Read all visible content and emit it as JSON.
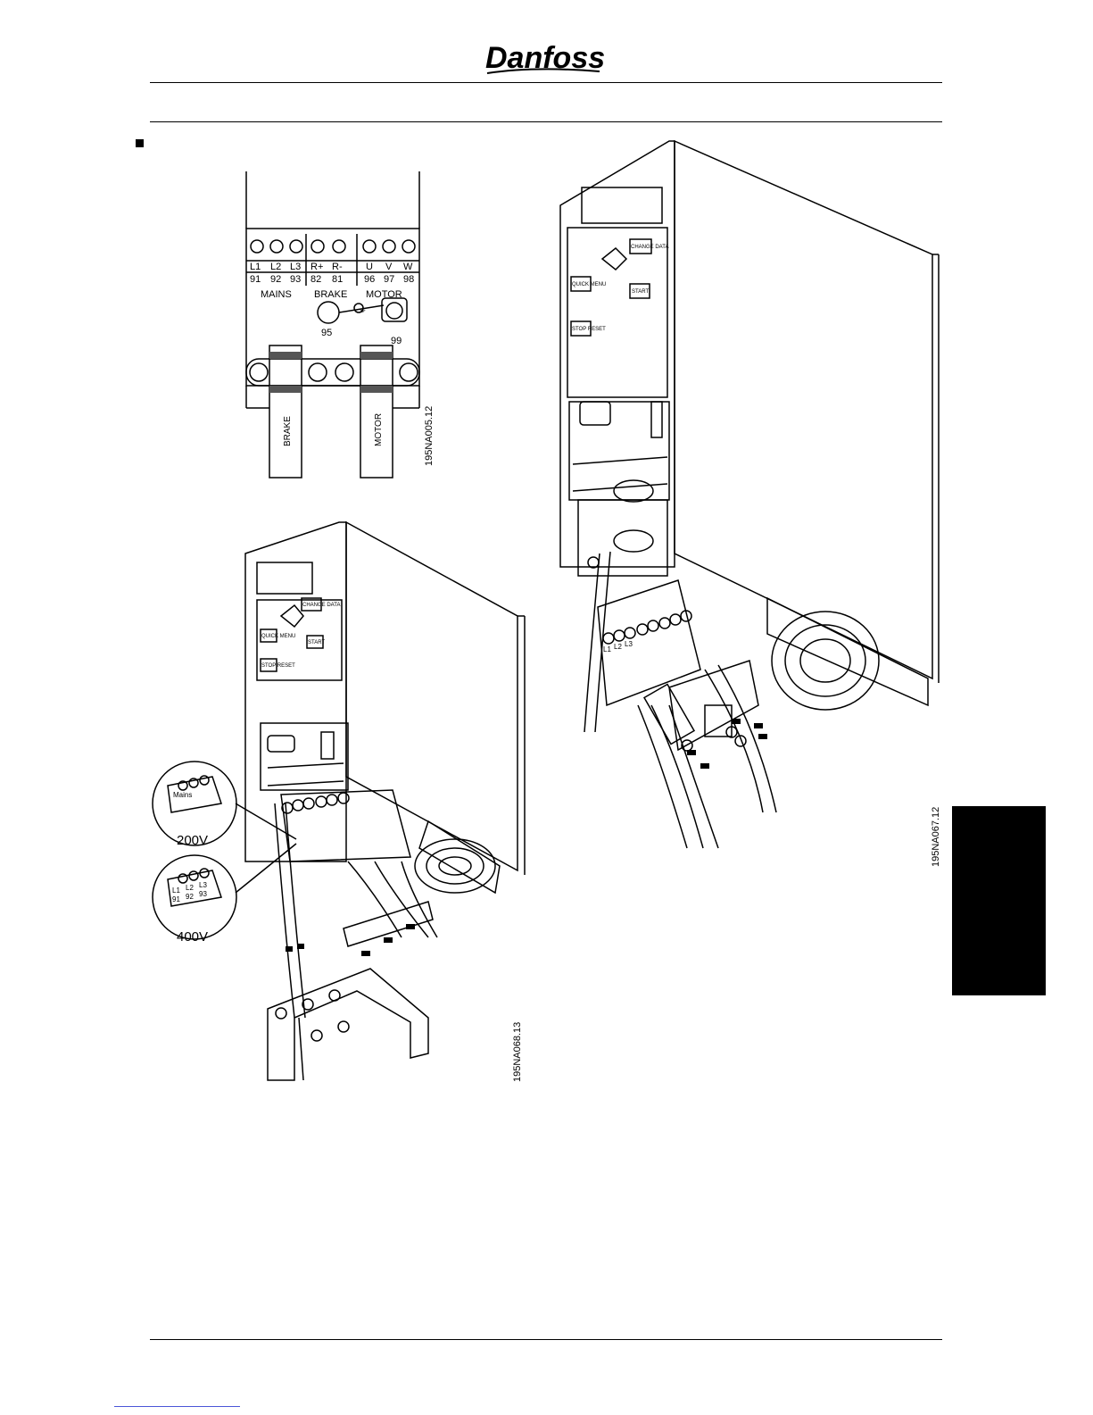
{
  "brand": {
    "logo_text": "Danfoss"
  },
  "terminal_diagram": {
    "terminals_top": [
      "L1",
      "L2",
      "L3",
      "R+",
      "R-",
      "U",
      "V",
      "W"
    ],
    "terminal_numbers": [
      "91",
      "92",
      "93",
      "82",
      "81",
      "96",
      "97",
      "98"
    ],
    "group_labels": {
      "mains": "MAINS",
      "brake": "BRAKE",
      "motor": "MOTOR"
    },
    "ground_numbers": {
      "left": "95",
      "right": "99"
    },
    "cable_labels": {
      "brake": "BRAKE",
      "motor": "MOTOR"
    },
    "figure_code": "195NA005.12"
  },
  "small_unit": {
    "inset_200v": {
      "top_label": "Mains",
      "voltage": "200V"
    },
    "inset_400v": {
      "terminals": [
        "L1",
        "L2",
        "L3"
      ],
      "numbers": [
        "91",
        "92",
        "93"
      ],
      "voltage": "400V"
    },
    "panel_buttons": [
      "QUICK MENU",
      "CHANGE DATA",
      "START",
      "STOP RESET"
    ],
    "figure_code": "195NA068.13"
  },
  "large_unit": {
    "panel_buttons": [
      "QUICK MENU",
      "CHANGE DATA",
      "START",
      "STOP RESET"
    ],
    "terminal_labels": [
      "L1",
      "L2",
      "L3"
    ],
    "figure_code": "195NA067.12"
  },
  "icons": {
    "bullet": "square-bullet-icon",
    "ground": "ground-symbol-icon"
  }
}
